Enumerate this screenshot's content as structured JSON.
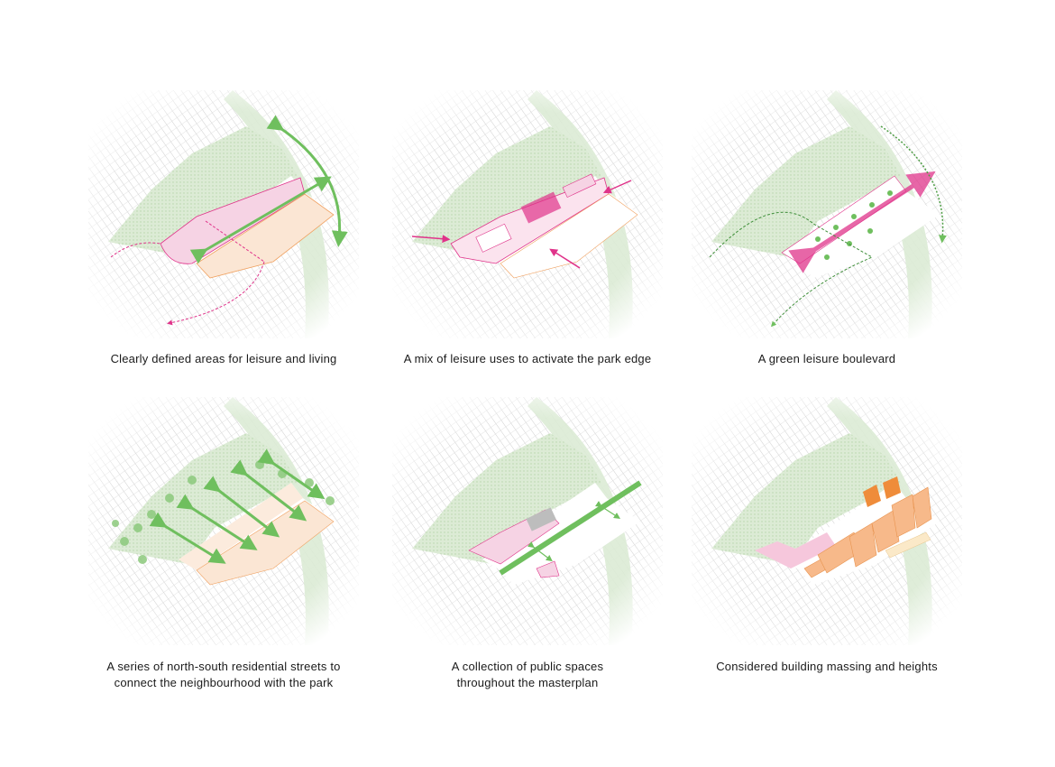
{
  "panels": [
    {
      "caption": "Clearly defined areas for leisure and living"
    },
    {
      "caption": "A mix of leisure uses to activate the park edge"
    },
    {
      "caption": "A green leisure boulevard"
    },
    {
      "caption_line1": "A series of north-south residential streets to",
      "caption_line2": "connect the neighbourhood with the park"
    },
    {
      "caption_line1": "A collection of public spaces",
      "caption_line2": "throughout the masterplan"
    },
    {
      "caption": "Considered building massing and heights"
    }
  ],
  "colors": {
    "park": "#cfe6c6",
    "green": "#6fbf5e",
    "pink": "#e0338a",
    "pink_fill": "#f6d3e4",
    "orange_fill": "#fbe6d4",
    "orange": "#f0a262",
    "street": "#c9c9c9"
  }
}
